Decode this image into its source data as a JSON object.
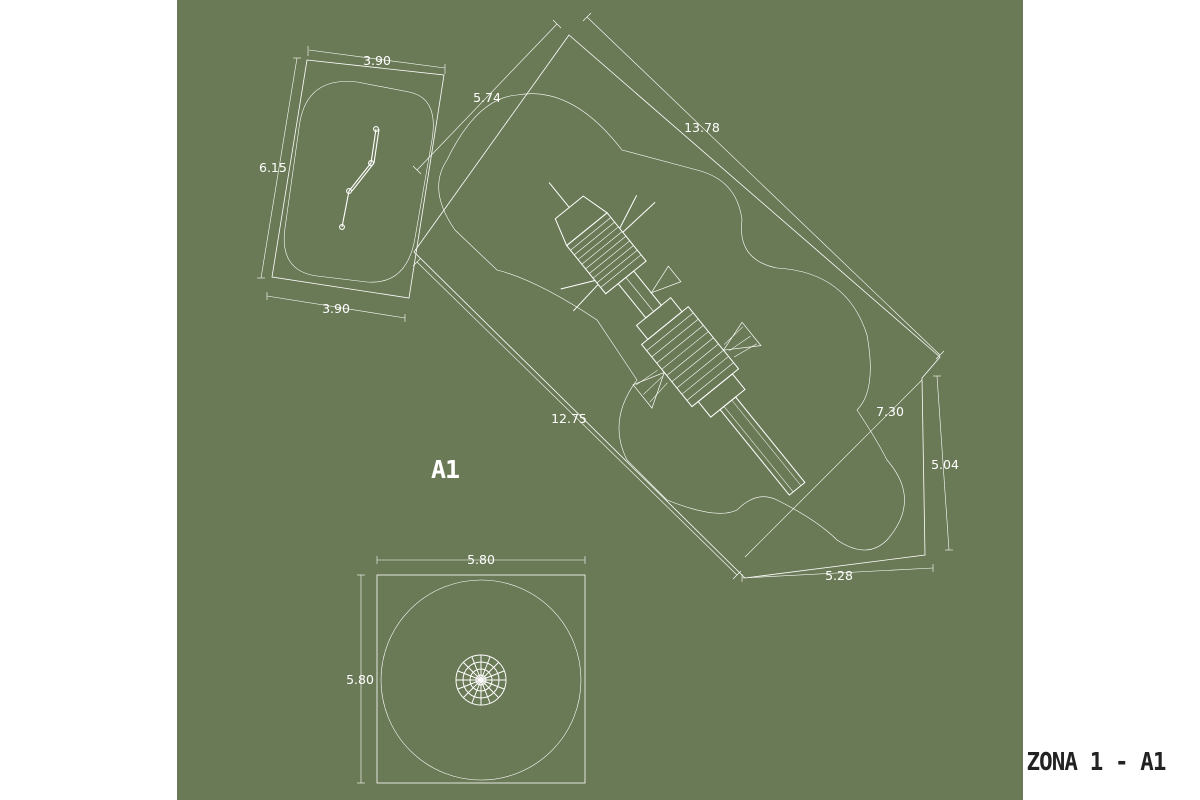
{
  "colors": {
    "background": "#6b7a56",
    "line": "#ffffff",
    "page": "#ffffff",
    "title_text": "#222222"
  },
  "sheet": {
    "title": "ZONA 1 - A1"
  },
  "plan": {
    "zone_label": "A1",
    "dimensions": {
      "rect_top_width": "3.90",
      "rect_bottom_width": "3.90",
      "rect_height": "6.15",
      "gap_diagonal": "5.74",
      "big_top_length": "13.78",
      "big_bottom_length": "12.75",
      "big_end_width": "7.30",
      "right_height": "5.04",
      "bottom_width": "5.28",
      "square_width": "5.80",
      "square_height": "5.80"
    },
    "icons": {
      "rect_equipment": "swing-frame-icon",
      "big_equipment": "play-structure-icon",
      "square_equipment": "spider-web-net-icon"
    }
  }
}
